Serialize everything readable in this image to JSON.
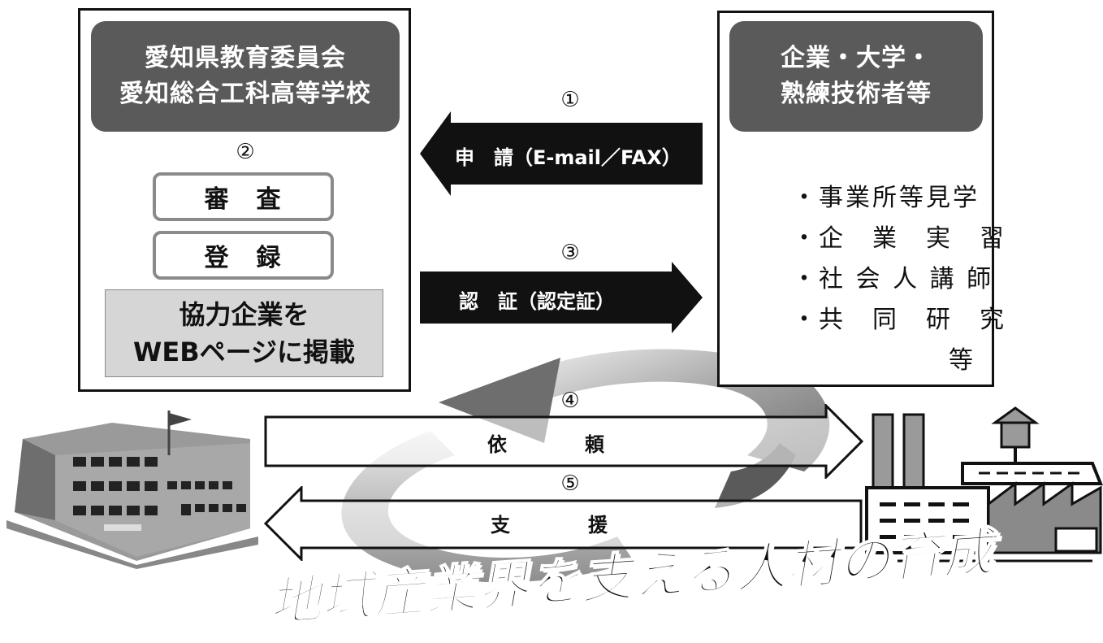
{
  "left_panel": {
    "title_lines": [
      "愛知県教育委員会",
      "愛知総合工科高等学校"
    ],
    "step_num": "②",
    "steps": [
      "審　査",
      "登　録"
    ],
    "publish_lines": [
      "協力企業を",
      "WEBページに掲載"
    ]
  },
  "right_panel": {
    "title_lines": [
      "企業・大学・",
      "熟練技術者等"
    ],
    "items": [
      "・事業所等見学",
      "・企　業　実　習",
      "・社 会 人 講 師",
      "・共　同　研　究"
    ],
    "items_suffix": "等"
  },
  "arrows": {
    "apply": {
      "num": "①",
      "label": "申　請（E-mail／FAX）"
    },
    "certify": {
      "num": "③",
      "label": "認　証（認定証）"
    },
    "request": {
      "num": "④",
      "label": "依　　　　頼"
    },
    "support": {
      "num": "⑤",
      "label": "支　　　　援"
    }
  },
  "caption": "地域産業界を支える人材の育成",
  "icons": [
    "school-building-icon",
    "factory-icon",
    "cycle-arrow-icon"
  ],
  "colors": {
    "dark_header": "#5a5a5a",
    "arrow_fill": "#111111",
    "gray_box": "#d6d6d6",
    "pill_border": "#8a8a8a"
  }
}
